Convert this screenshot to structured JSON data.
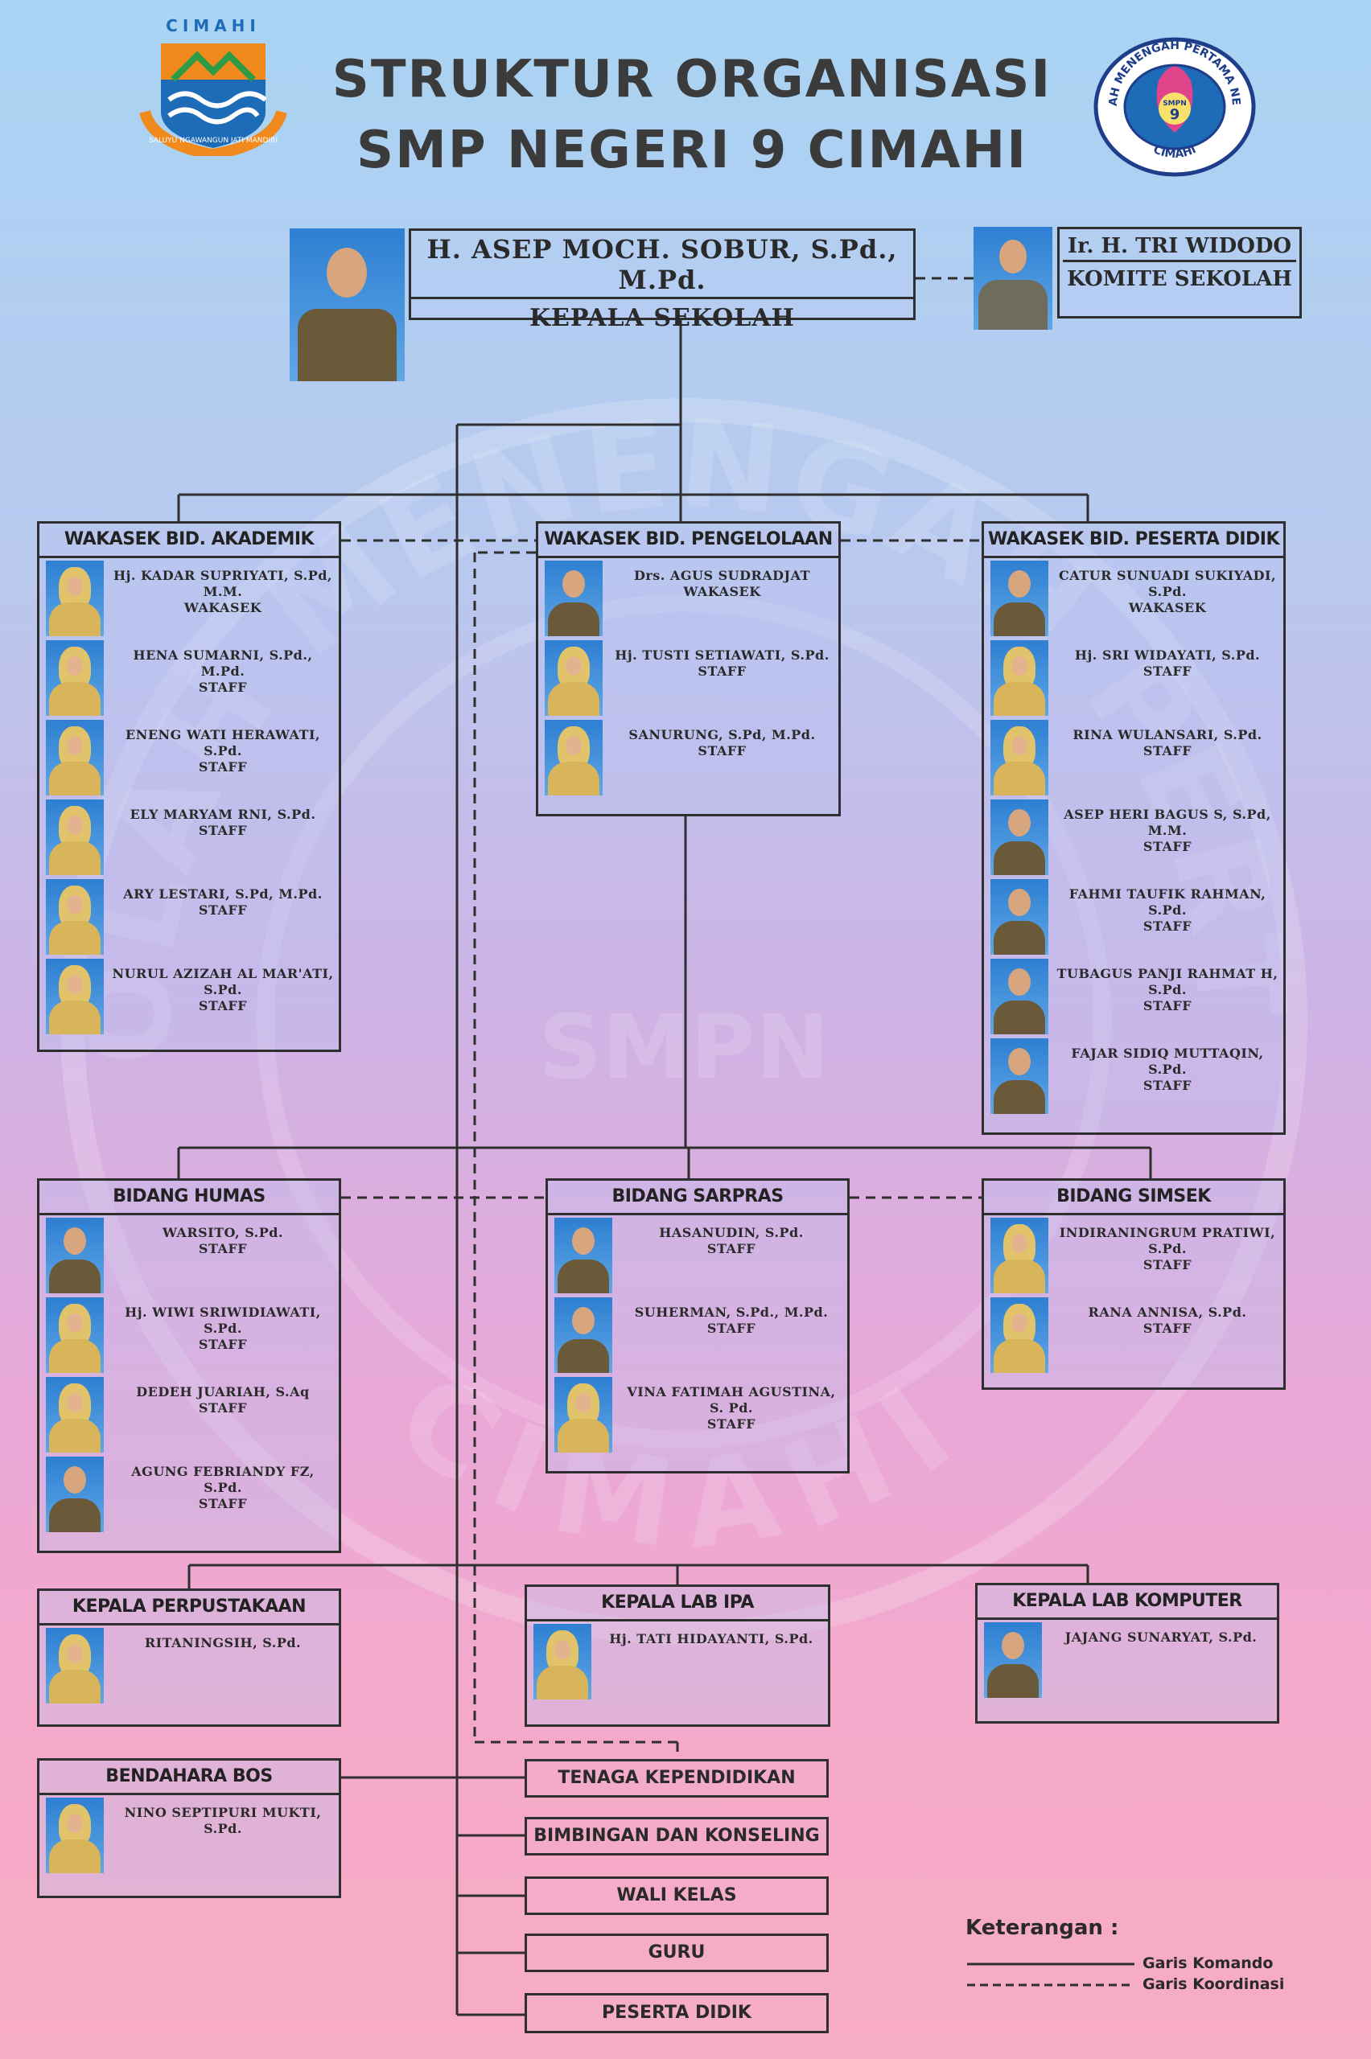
{
  "header": {
    "title_line1": "STRUKTUR ORGANISASI",
    "title_line2": "SMP NEGERI 9 CIMAHI",
    "left_logo": {
      "top_text": "CIMAHI",
      "motto": "SALUYU NGAWANGUN JATI MANDIRI"
    },
    "right_logo": {
      "ring_text": "SEKOLAH MENENGAH PERTAMA NEGERI 9",
      "bottom_text": "CIMAHI",
      "center_text": "SMPN",
      "number": "9"
    }
  },
  "principal": {
    "name": "H. ASEP MOCH. SOBUR, S.Pd., M.Pd.",
    "role": "KEPALA SEKOLAH"
  },
  "committee": {
    "name": "Ir. H. TRI WIDODO",
    "role": "KOMITE SEKOLAH"
  },
  "wakasek_akademik": {
    "title": "WAKASEK BID. AKADEMIK",
    "members": [
      {
        "name": "Hj. KADAR SUPRIYATI, S.Pd, M.M.",
        "role": "WAKASEK"
      },
      {
        "name": "HENA SUMARNI, S.Pd., M.Pd.",
        "role": "STAFF"
      },
      {
        "name": "ENENG WATI HERAWATI, S.Pd.",
        "role": "STAFF"
      },
      {
        "name": "ELY MARYAM RNI, S.Pd.",
        "role": "STAFF"
      },
      {
        "name": "ARY LESTARI, S.Pd, M.Pd.",
        "role": "STAFF"
      },
      {
        "name": "NURUL AZIZAH AL MAR'ATI, S.Pd.",
        "role": "STAFF"
      }
    ]
  },
  "wakasek_pengelolaan": {
    "title": "WAKASEK BID. PENGELOLAAN",
    "members": [
      {
        "name": "Drs. AGUS SUDRADJAT",
        "role": "WAKASEK"
      },
      {
        "name": "Hj. TUSTI SETIAWATI, S.Pd.",
        "role": "STAFF"
      },
      {
        "name": "SANURUNG, S.Pd, M.Pd.",
        "role": "STAFF"
      }
    ]
  },
  "wakasek_peserta_didik": {
    "title": "WAKASEK BID. PESERTA DIDIK",
    "members": [
      {
        "name": "CATUR SUNUADI SUKIYADI, S.Pd.",
        "role": "WAKASEK"
      },
      {
        "name": "Hj. SRI WIDAYATI, S.Pd.",
        "role": "STAFF"
      },
      {
        "name": "RINA WULANSARI, S.Pd.",
        "role": "STAFF"
      },
      {
        "name": "ASEP HERI BAGUS S, S.Pd, M.M.",
        "role": "STAFF"
      },
      {
        "name": "FAHMI TAUFIK RAHMAN, S.Pd.",
        "role": "STAFF"
      },
      {
        "name": "TUBAGUS PANJI RAHMAT H, S.Pd.",
        "role": "STAFF"
      },
      {
        "name": "FAJAR SIDIQ MUTTAQIN, S.Pd.",
        "role": "STAFF"
      }
    ]
  },
  "bidang_humas": {
    "title": "BIDANG HUMAS",
    "members": [
      {
        "name": "WARSITO, S.Pd.",
        "role": "STAFF"
      },
      {
        "name": "Hj. WIWI SRIWIDIAWATI, S.Pd.",
        "role": "STAFF"
      },
      {
        "name": "DEDEH JUARIAH, S.Aq",
        "role": "STAFF"
      },
      {
        "name": "AGUNG FEBRIANDY FZ, S.Pd.",
        "role": "STAFF"
      }
    ]
  },
  "bidang_sarpras": {
    "title": "BIDANG SARPRAS",
    "members": [
      {
        "name": "HASANUDIN, S.Pd.",
        "role": "STAFF"
      },
      {
        "name": "SUHERMAN, S.Pd., M.Pd.",
        "role": "STAFF"
      },
      {
        "name": "VINA FATIMAH AGUSTINA, S. Pd.",
        "role": "STAFF"
      }
    ]
  },
  "bidang_simsek": {
    "title": "BIDANG SIMSEK",
    "members": [
      {
        "name": "INDIRANINGRUM PRATIWI, S.Pd.",
        "role": "STAFF"
      },
      {
        "name": "RANA ANNISA, S.Pd.",
        "role": "STAFF"
      }
    ]
  },
  "kepala_perpustakaan": {
    "title": "KEPALA PERPUSTAKAAN",
    "members": [
      {
        "name": "RITANINGSIH, S.Pd."
      }
    ]
  },
  "kepala_lab_ipa": {
    "title": "KEPALA LAB IPA",
    "members": [
      {
        "name": "Hj. TATI HIDAYANTI, S.Pd."
      }
    ]
  },
  "kepala_lab_komputer": {
    "title": "KEPALA LAB KOMPUTER",
    "members": [
      {
        "name": "JAJANG SUNARYAT, S.Pd."
      }
    ]
  },
  "bendahara_bos": {
    "title": "BENDAHARA BOS",
    "members": [
      {
        "name": "NINO SEPTIPURI MUKTI, S.Pd."
      }
    ]
  },
  "bottom_units": [
    "TENAGA KEPENDIDIKAN",
    "BIMBINGAN DAN KONSELING",
    "WALI KELAS",
    "GURU",
    "PESERTA DIDIK"
  ],
  "legend": {
    "title": "Keterangan :",
    "solid": "Garis Komando",
    "dashed": "Garis Koordinasi"
  },
  "watermark": {
    "top_text": "SEKOLAH MENENGAH PERTAMA",
    "bottom_text": "CIMAHI",
    "center_text": "SMPN"
  },
  "colors": {
    "line": "#2f2f2f",
    "title": "#3b3b3b",
    "logo_blue": "#1e6bb8",
    "logo_orange": "#f08a1c",
    "logo_pink": "#e0458b"
  }
}
